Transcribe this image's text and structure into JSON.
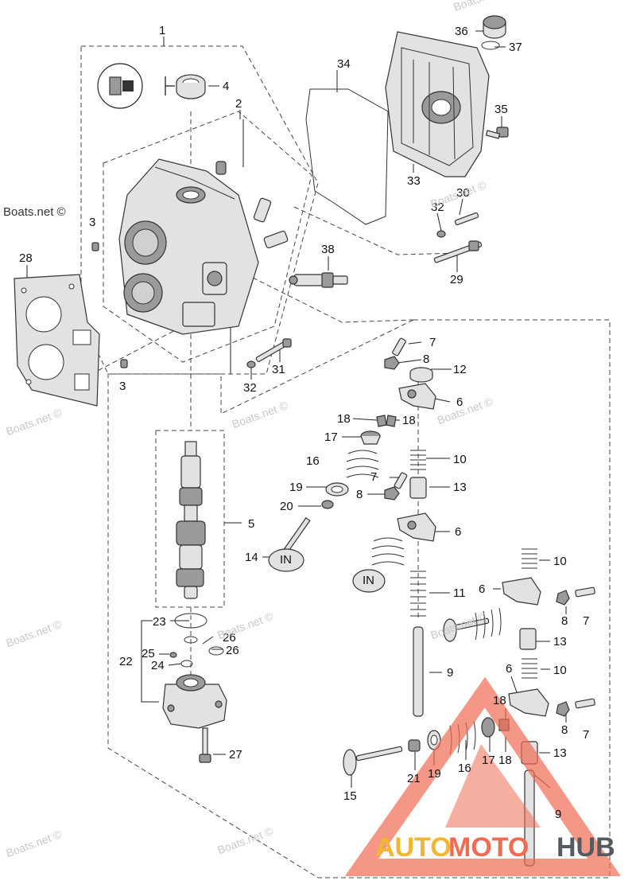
{
  "watermarks": {
    "copyright": "Boats.net ©"
  },
  "logo": {
    "part1": "AUTO",
    "part2": "MOTO",
    "part3": "HUB",
    "color_yellow": "#f2b631",
    "color_red": "#ef6b53",
    "color_gray": "#555a60"
  },
  "callouts": {
    "c1": "1",
    "c2": "2",
    "c3a": "3",
    "c3b": "3",
    "c4": "4",
    "c5": "5",
    "c6a": "6",
    "c6b": "6",
    "c6c": "6",
    "c6d": "6",
    "c7a": "7",
    "c7b": "7",
    "c7c": "7",
    "c7d": "7",
    "c8a": "8",
    "c8b": "8",
    "c8c": "8",
    "c8d": "8",
    "c9a": "9",
    "c9b": "9",
    "c10a": "10",
    "c10b": "10",
    "c10c": "10",
    "c11": "11",
    "c12": "12",
    "c13a": "13",
    "c13b": "13",
    "c13c": "13",
    "c14": "14",
    "c15": "15",
    "c16a": "16",
    "c16b": "16",
    "c17a": "17",
    "c17b": "17",
    "c18a": "18",
    "c18b": "18",
    "c18c": "18",
    "c18d": "18",
    "c19a": "19",
    "c19b": "19",
    "c20": "20",
    "c21": "21",
    "c22": "22",
    "c23": "23",
    "c24": "24",
    "c25": "25",
    "c26a": "26",
    "c26b": "26",
    "c27": "27",
    "c28": "28",
    "c29": "29",
    "c30": "30",
    "c31": "31",
    "c32a": "32",
    "c32b": "32",
    "c33": "33",
    "c34": "34",
    "c35": "35",
    "c36": "36",
    "c37": "37",
    "c38": "38"
  },
  "valve_label": "IN"
}
